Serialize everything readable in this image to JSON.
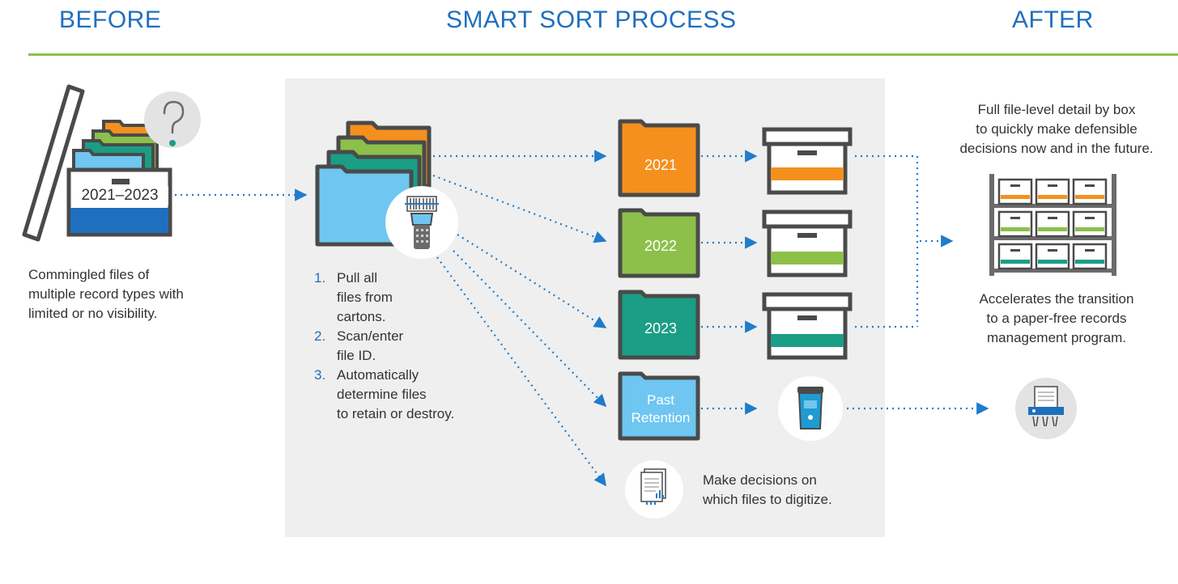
{
  "headers": {
    "before": "BEFORE",
    "process": "SMART SORT PROCESS",
    "after": "AFTER"
  },
  "before": {
    "box_label": "2021–2023",
    "description_lines": [
      "Commingled files of",
      "multiple record types with",
      "limited or no visibility."
    ]
  },
  "process": {
    "steps": [
      {
        "num": "1.",
        "lines": [
          "Pull all",
          "files from",
          "cartons."
        ]
      },
      {
        "num": "2.",
        "lines": [
          "Scan/enter",
          "file ID."
        ]
      },
      {
        "num": "3.",
        "lines": [
          "Automatically",
          "determine files",
          "to retain or destroy."
        ]
      }
    ],
    "folders": [
      {
        "label": "2021",
        "color": "#f5901e"
      },
      {
        "label": "2022",
        "color": "#8cc04b"
      },
      {
        "label": "2023",
        "color": "#1a9e85"
      },
      {
        "label_line1": "Past",
        "label_line2": "Retention",
        "color": "#6ec6f1"
      }
    ],
    "digitize_lines": [
      "Make decisions on",
      "which files to digitize."
    ]
  },
  "after": {
    "top_lines": [
      "Full file-level detail by box",
      "to quickly make defensible",
      "decisions now and in the future."
    ],
    "bottom_lines": [
      "Accelerates the transition",
      "to a paper-free records",
      "management program."
    ]
  },
  "colors": {
    "header_blue": "#1f6fbf",
    "divider_green": "#8cc04b",
    "orange": "#f5901e",
    "green": "#8cc04b",
    "teal": "#1a9e85",
    "light_blue": "#6ec6f1",
    "box_blue": "#1f6fbf",
    "outline": "#4a4a4a",
    "panel_gray": "#efefef",
    "arrow_blue": "#1f7ccc"
  },
  "icons": [
    "question-icon",
    "barcode-scanner-icon",
    "shred-bin-icon",
    "document-digitize-icon",
    "shelving-icon",
    "shredder-icon"
  ]
}
